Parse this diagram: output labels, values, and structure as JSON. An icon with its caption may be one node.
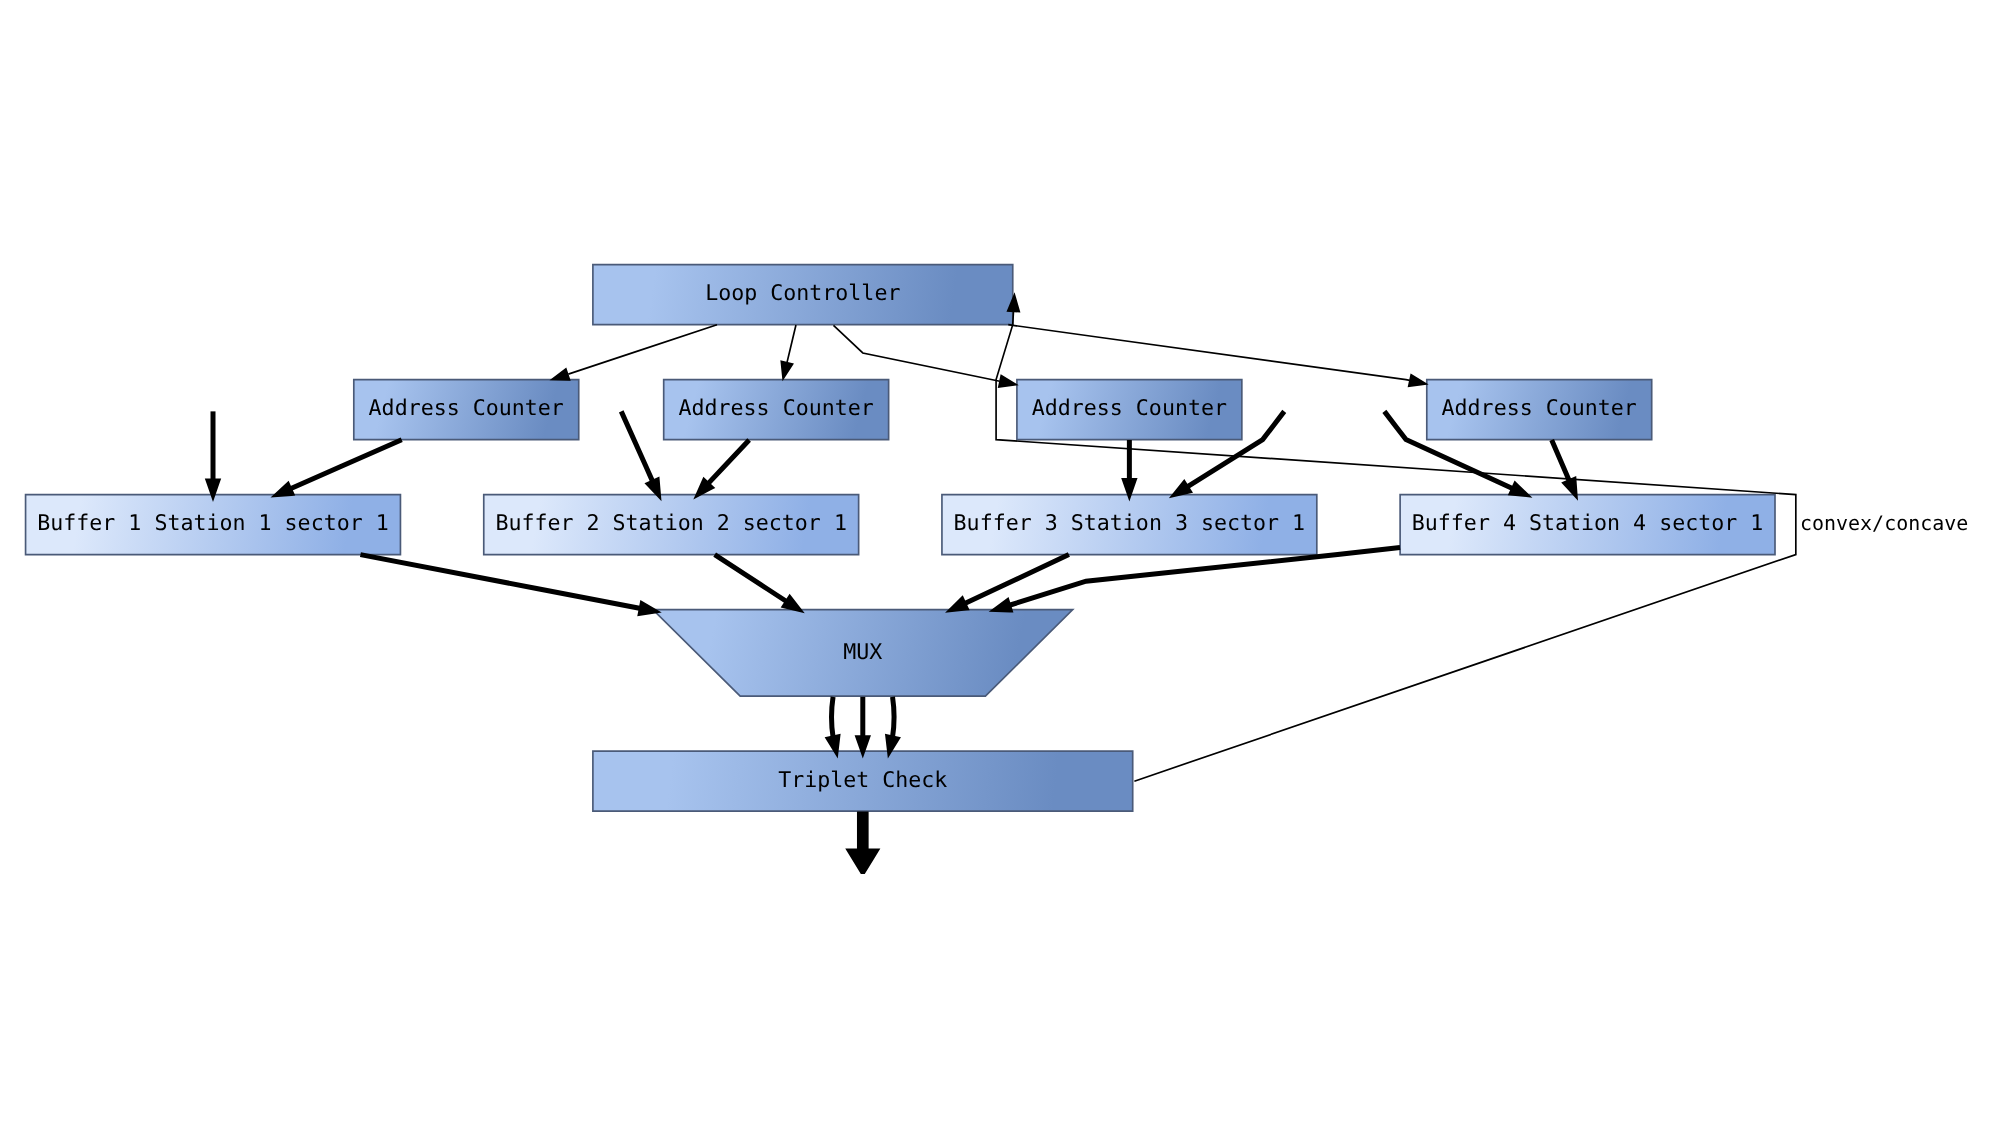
{
  "diagram": {
    "nodes": [
      {
        "text": [
          "Loop Controller"
        ]
      },
      {
        "text": [
          "Address Counter"
        ]
      },
      {
        "text": [
          "Address Counter"
        ]
      },
      {
        "text": [
          "Address Counter"
        ]
      },
      {
        "text": [
          "Address Counter"
        ]
      },
      {
        "text": [
          "Buffer 1 Station 1 sector 1"
        ]
      },
      {
        "text": [
          "Buffer 2 Station 2 sector 1"
        ]
      },
      {
        "text": [
          "Buffer 3 Station 3 sector 1"
        ]
      },
      {
        "text": [
          "Buffer 4 Station 4 sector 1"
        ]
      },
      {
        "text": [
          "MUX"
        ]
      },
      {
        "text": [
          "Triplet Check"
        ]
      }
    ],
    "edges": [
      {
        "from": 0,
        "to": 1,
        "arrow": "to"
      },
      {
        "from": 0,
        "to": 2,
        "arrow": "to"
      },
      {
        "from": 0,
        "to": 3,
        "arrow": "to"
      },
      {
        "from": 0,
        "to": 4,
        "arrow": "to"
      },
      {
        "from": 1,
        "to": 5,
        "arrow": "to"
      },
      {
        "from": null,
        "to": 5,
        "arrow": "to"
      },
      {
        "from": 2,
        "to": 6,
        "arrow": "to"
      },
      {
        "from": null,
        "to": 6,
        "arrow": "to"
      },
      {
        "from": 3,
        "to": 7,
        "arrow": "to"
      },
      {
        "from": null,
        "to": 7,
        "arrow": "to"
      },
      {
        "from": 4,
        "to": 8,
        "arrow": "to"
      },
      {
        "from": null,
        "to": 8,
        "arrow": "to"
      },
      {
        "from": 5,
        "to": 9,
        "arrow": "to"
      },
      {
        "from": 6,
        "to": 9,
        "arrow": "to"
      },
      {
        "from": 7,
        "to": 9,
        "arrow": "to"
      },
      {
        "from": 8,
        "to": 9,
        "arrow": "to"
      },
      {
        "from": 9,
        "to": 10,
        "arrow": "to"
      },
      {
        "from": 9,
        "to": 10,
        "arrow": "to"
      },
      {
        "from": 9,
        "to": 10,
        "arrow": "to"
      },
      {
        "from": 10,
        "to": null,
        "arrow": "to",
        "style": "thick"
      },
      {
        "from": 10,
        "to": 0,
        "arrow": "to",
        "label": "convex/concave"
      }
    ]
  }
}
